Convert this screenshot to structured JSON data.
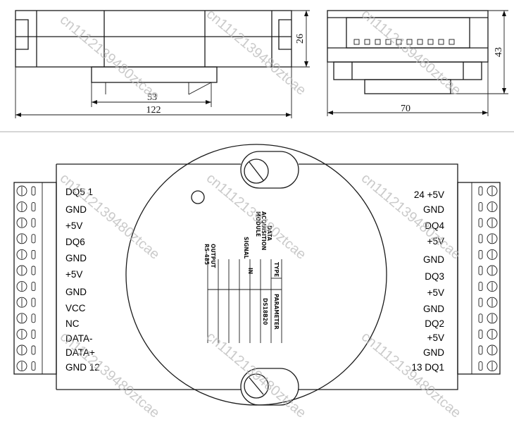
{
  "dimensions": {
    "side_height": "26",
    "side_inner_width": "53",
    "side_total_width": "122",
    "end_height": "43",
    "end_width": "70"
  },
  "pins_left": [
    "DQ5  1",
    "GND",
    "+5V",
    "DQ6",
    "GND",
    "+5V",
    "GND",
    "VCC",
    "NC",
    "DATA-",
    "DATA+",
    "GND 12"
  ],
  "pins_right": [
    "24 +5V",
    "GND",
    "DQ4",
    "+5V",
    "GND",
    "DQ3",
    "+5V",
    "GND",
    "DQ2",
    "+5V",
    "GND",
    "13 DQ1"
  ],
  "table": {
    "headers": [
      "OUTPUT RS-485",
      "SIGNAL",
      "DATA ACQUISITION MODULE",
      "TYPE",
      "PARAMETER"
    ],
    "signal_value": "IN",
    "parameter_value": "DS18B20"
  },
  "watermark": "cn1112139480ztcae"
}
